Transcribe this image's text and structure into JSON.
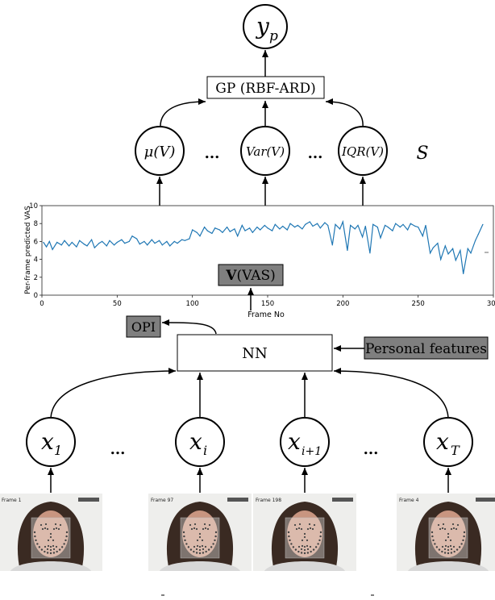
{
  "top": {
    "output_node": "y",
    "output_sub": "p",
    "gp_label": "GP (RBF-ARD)",
    "stat_nodes": [
      "μ(V)",
      "Var(V)",
      "IQR(V)"
    ],
    "ellipsis": "...",
    "set_label": "S"
  },
  "middle": {
    "vas_label_bold": "V",
    "vas_label_rest": "(VAS)",
    "opi_label": "OPI",
    "nn_label": "NN",
    "personal_label": "Personal features"
  },
  "inputs": {
    "x_symbol": "x",
    "subscripts": [
      "1",
      "i",
      "i+1",
      "T"
    ],
    "ellipsis": "..."
  },
  "frames": [
    {
      "tag": "Frame 1"
    },
    {
      "tag": "Frame 97"
    },
    {
      "tag": "Frame 198"
    },
    {
      "tag": "Frame 4"
    }
  ],
  "colors": {
    "box_gray": "#7f7f7f",
    "line_blue": "#1f77b4",
    "node_border": "#000000"
  },
  "chart_data": {
    "type": "line",
    "ylabel": "Per-frame predicted VAS",
    "xlabel": "Frame No",
    "xlim": [
      0,
      300
    ],
    "ylim": [
      0,
      10
    ],
    "xticks": [
      0,
      50,
      100,
      150,
      200,
      250,
      300
    ],
    "yticks": [
      0,
      2,
      4,
      6,
      8,
      10
    ],
    "series": [
      {
        "x": [
          1,
          3,
          5,
          7,
          10,
          13,
          15,
          18,
          20,
          23,
          25,
          28,
          30,
          33,
          35,
          38,
          40,
          43,
          45,
          48,
          50,
          53,
          55,
          58,
          60,
          63,
          65,
          68,
          70,
          73,
          75,
          78,
          80,
          83,
          85,
          88,
          90,
          93,
          95,
          98,
          100,
          103,
          105,
          108,
          110,
          113,
          115,
          118,
          120,
          123,
          125,
          128,
          130,
          133,
          135,
          138,
          140,
          143,
          145,
          148,
          150,
          153,
          155,
          158,
          160,
          163,
          165,
          168,
          170,
          173,
          175,
          178,
          180,
          183,
          185,
          188,
          190,
          193,
          195,
          198,
          200,
          203,
          205,
          208,
          210,
          213,
          215,
          218,
          220,
          223,
          225,
          228,
          230,
          233,
          235,
          238,
          240,
          243,
          245,
          248,
          250,
          253,
          255,
          258,
          260,
          263,
          265,
          268,
          270,
          273,
          275,
          278,
          280,
          283,
          285,
          288,
          290,
          293
        ],
        "y": [
          5.9,
          5.4,
          6.0,
          5.1,
          5.9,
          5.6,
          6.1,
          5.5,
          5.9,
          5.4,
          6.1,
          5.7,
          5.5,
          6.2,
          5.3,
          5.8,
          6.0,
          5.5,
          6.1,
          5.6,
          5.9,
          6.2,
          5.8,
          6.0,
          6.6,
          6.3,
          5.7,
          6.0,
          5.6,
          6.2,
          5.8,
          6.1,
          5.6,
          6.0,
          5.5,
          6.0,
          5.8,
          6.2,
          6.1,
          6.3,
          7.3,
          7.0,
          6.6,
          7.6,
          7.2,
          6.9,
          7.5,
          7.3,
          7.0,
          7.6,
          7.1,
          7.4,
          6.6,
          7.8,
          7.2,
          7.5,
          7.0,
          7.6,
          7.3,
          7.8,
          7.5,
          7.2,
          7.9,
          7.4,
          7.7,
          7.3,
          8.0,
          7.6,
          7.8,
          7.4,
          7.9,
          8.2,
          7.7,
          8.0,
          7.5,
          8.1,
          7.8,
          5.6,
          7.9,
          7.4,
          8.2,
          5.0,
          7.8,
          7.4,
          7.8,
          6.5,
          7.7,
          4.7,
          7.9,
          7.6,
          6.4,
          7.8,
          7.6,
          7.2,
          8.0,
          7.6,
          7.9,
          7.3,
          8.0,
          7.7,
          7.6,
          6.6,
          7.8,
          4.7,
          5.3,
          5.8,
          4.0,
          5.5,
          4.6,
          5.2,
          3.9,
          5.0,
          2.4,
          5.2,
          4.7,
          6.1,
          6.8,
          7.9
        ]
      }
    ]
  }
}
